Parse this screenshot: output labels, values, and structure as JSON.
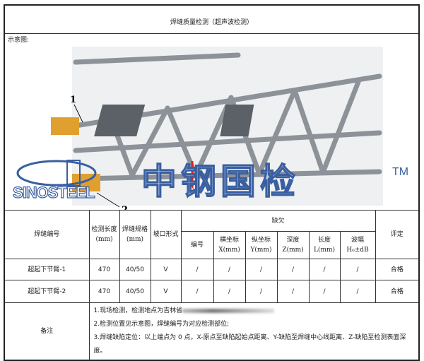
{
  "title": "焊缝质量检测（超声波检测）",
  "diagram": {
    "caption": "示意图:",
    "labels": [
      "1",
      "2"
    ]
  },
  "watermark": {
    "cn": "中钢国检",
    "en": "SINOSTEEL",
    "tm": "TM"
  },
  "table": {
    "headers": {
      "weld_no": "焊缝编号",
      "length": "检测长度",
      "length_unit": "(mm)",
      "spec": "焊缝规格",
      "spec_unit": "(mm)",
      "groove": "坡口形式",
      "defect": "缺欠",
      "rating": "评定",
      "sub": [
        {
          "l1": "编号",
          "l2": ""
        },
        {
          "l1": "横坐标",
          "l2": "X(mm)"
        },
        {
          "l1": "纵坐标",
          "l2": "Y(mm)"
        },
        {
          "l1": "深度",
          "l2": "Z(mm)"
        },
        {
          "l1": "长度",
          "l2": "L(mm)"
        },
        {
          "l1": "波幅",
          "l2": "H₀±dB"
        }
      ]
    },
    "rows": [
      {
        "weld": "超起下节臂-1",
        "length": "470",
        "spec": "40/50",
        "groove": "V",
        "d": [
          "/",
          "/",
          "/",
          "/",
          "/",
          "/"
        ],
        "rating": "合格"
      },
      {
        "weld": "超起下节臂-2",
        "length": "470",
        "spec": "40/50",
        "groove": "V",
        "d": [
          "/",
          "/",
          "/",
          "/",
          "/",
          "/"
        ],
        "rating": "合格"
      }
    ],
    "notes_label": "备注",
    "notes": [
      "1.现场检测，检测地点为吉林省",
      "2.检测位置见示意图，焊缝编号为对应检测部位;",
      "3.焊缝缺陷定位：以上端点为 0 点，X-原点至缺陷起始点距离、Y-缺陷至焊缝中心线距离、Z-缺陷至检测表面深度。"
    ]
  }
}
